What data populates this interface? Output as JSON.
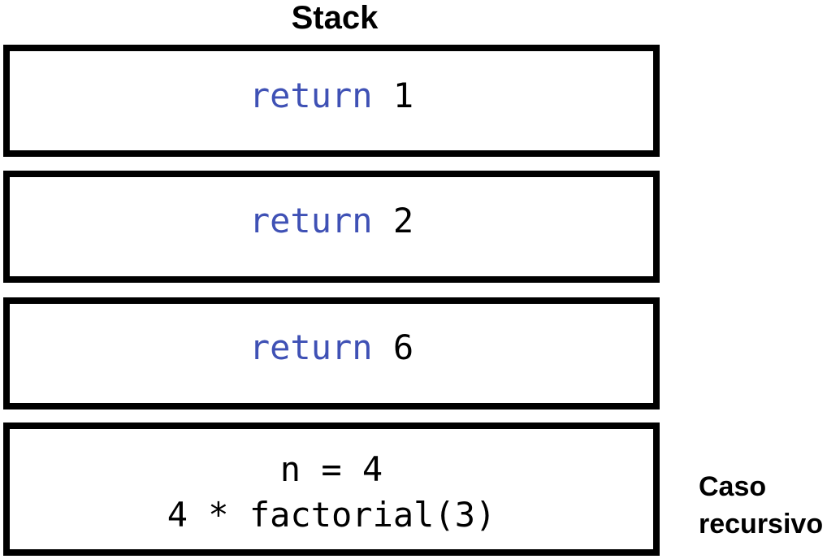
{
  "title": "Stack",
  "colors": {
    "keyword": "#3f51b5",
    "text": "#000000",
    "border": "#000000"
  },
  "frames": [
    {
      "keyword": "return",
      "value": "1"
    },
    {
      "keyword": "return",
      "value": "2"
    },
    {
      "keyword": "return",
      "value": "6"
    },
    {
      "line1": "n = 4",
      "line2": "4 * factorial(3)"
    }
  ],
  "annotation": {
    "line1": "Caso",
    "line2": "recursivo"
  }
}
